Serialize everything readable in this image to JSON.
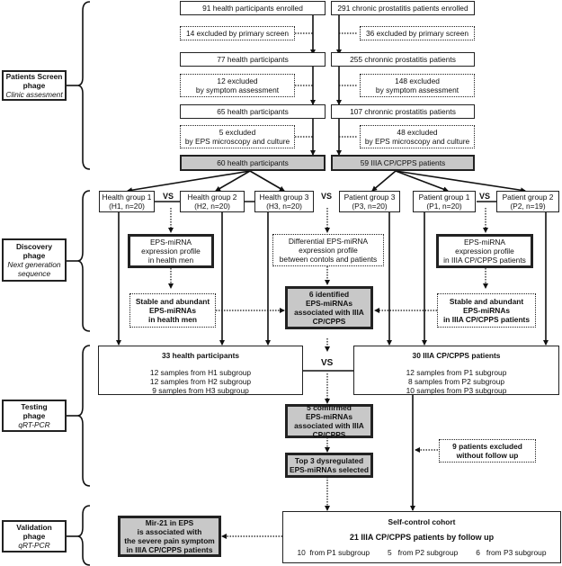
{
  "phases": [
    {
      "title": "Patients Screen",
      "title2": "phage",
      "subtitle": "Clinic assesment"
    },
    {
      "title": "Discovery",
      "title2": "phage",
      "subtitle": "Next generation",
      "subtitle2": "sequence"
    },
    {
      "title": "Testing",
      "title2": "phage",
      "subtitle": "qRT-PCR"
    },
    {
      "title": "Validation",
      "title2": "phage",
      "subtitle": "qRT-PCR"
    }
  ],
  "screen": {
    "health": {
      "enrolled": "91 health participants enrolled",
      "excl1": "14 excluded by primary screen",
      "after1": "77 health participants",
      "excl2a": "12 excluded",
      "excl2b": "by symptom assessment",
      "after2": "65 health participants",
      "excl3a": "5 excluded",
      "excl3b": "by EPS microscopy and culture",
      "final": "60 health participants"
    },
    "patients": {
      "enrolled": "291 chronic prostatitis patients enrolled",
      "excl1": "36 excluded by primary screen",
      "after1": "255 chronnic prostatitis patients",
      "excl2a": "148 excluded",
      "excl2b": "by symptom assessment",
      "after2": "107 chronnic prostatitis patients",
      "excl3a": "48 excluded",
      "excl3b": "by EPS microscopy and culture",
      "final": "59 IIIA CP/CPPS patients"
    }
  },
  "groups": {
    "h1": {
      "name": "Health group 1",
      "detail": "(H1, n=20)"
    },
    "h2": {
      "name": "Health group 2",
      "detail": "(H2, n=20)"
    },
    "h3": {
      "name": "Health group 3",
      "detail": "(H3, n=20)"
    },
    "p3": {
      "name": "Patient group 3",
      "detail": "(P3, n=20)"
    },
    "p1": {
      "name": "Patient group 1",
      "detail": "(P1, n=20)"
    },
    "p2": {
      "name": "Patient group 2",
      "detail": "(P2, n=19)"
    }
  },
  "vs_label": "VS",
  "discovery": {
    "health_profile": [
      "EPS-miRNA",
      "expression profile",
      "in health men"
    ],
    "diff_profile": [
      "Differential EPS-miRNA",
      "expression profile",
      "between contols and patients"
    ],
    "patient_profile": [
      "EPS-miRNA",
      "expression profile",
      "in IIIA CP/CPPS patients"
    ],
    "health_stable": [
      "Stable and abundant",
      "EPS-miRNAs",
      "in health men"
    ],
    "identified": [
      "6 identified",
      "EPS-miRNAs",
      "associated with IIIA",
      "CP/CPPS"
    ],
    "patient_stable": [
      "Stable and abundant",
      "EPS-miRNAs",
      "in IIIA CP/CPPS patients"
    ]
  },
  "testing": {
    "health": {
      "title": "33 health participants",
      "lines": [
        "12 samples from H1 subgroup",
        "12 samples from H2 subgroup",
        "9 samples from H3 subgroup"
      ]
    },
    "patients": {
      "title": "30 IIIA CP/CPPS patients",
      "lines": [
        "12 samples from P1 subgroup",
        "8 samples from P2 subgroup",
        "10 samples from P3 subgroup"
      ]
    },
    "confirmed": [
      "5 comfirmed",
      "EPS-miRNAs",
      "associated with IIIA",
      "CP/CPPS"
    ],
    "top3": [
      "Top 3 dysregulated",
      "EPS-miRNAs selected"
    ],
    "excluded": [
      "9 patients excluded",
      "without follow up"
    ]
  },
  "validation": {
    "cohort_title": "Self-control cohort",
    "cohort_sub": "21 IIIA CP/CPPS patients by follow up",
    "cohort_parts": [
      "10  from P1 subgroup",
      "5   from P2 subgroup",
      "6   from P3 subgroup"
    ],
    "result": [
      "Mir-21 in EPS",
      "is associated with",
      "the severe pain symptom",
      "in IIIA CP/CPPS patients"
    ]
  }
}
